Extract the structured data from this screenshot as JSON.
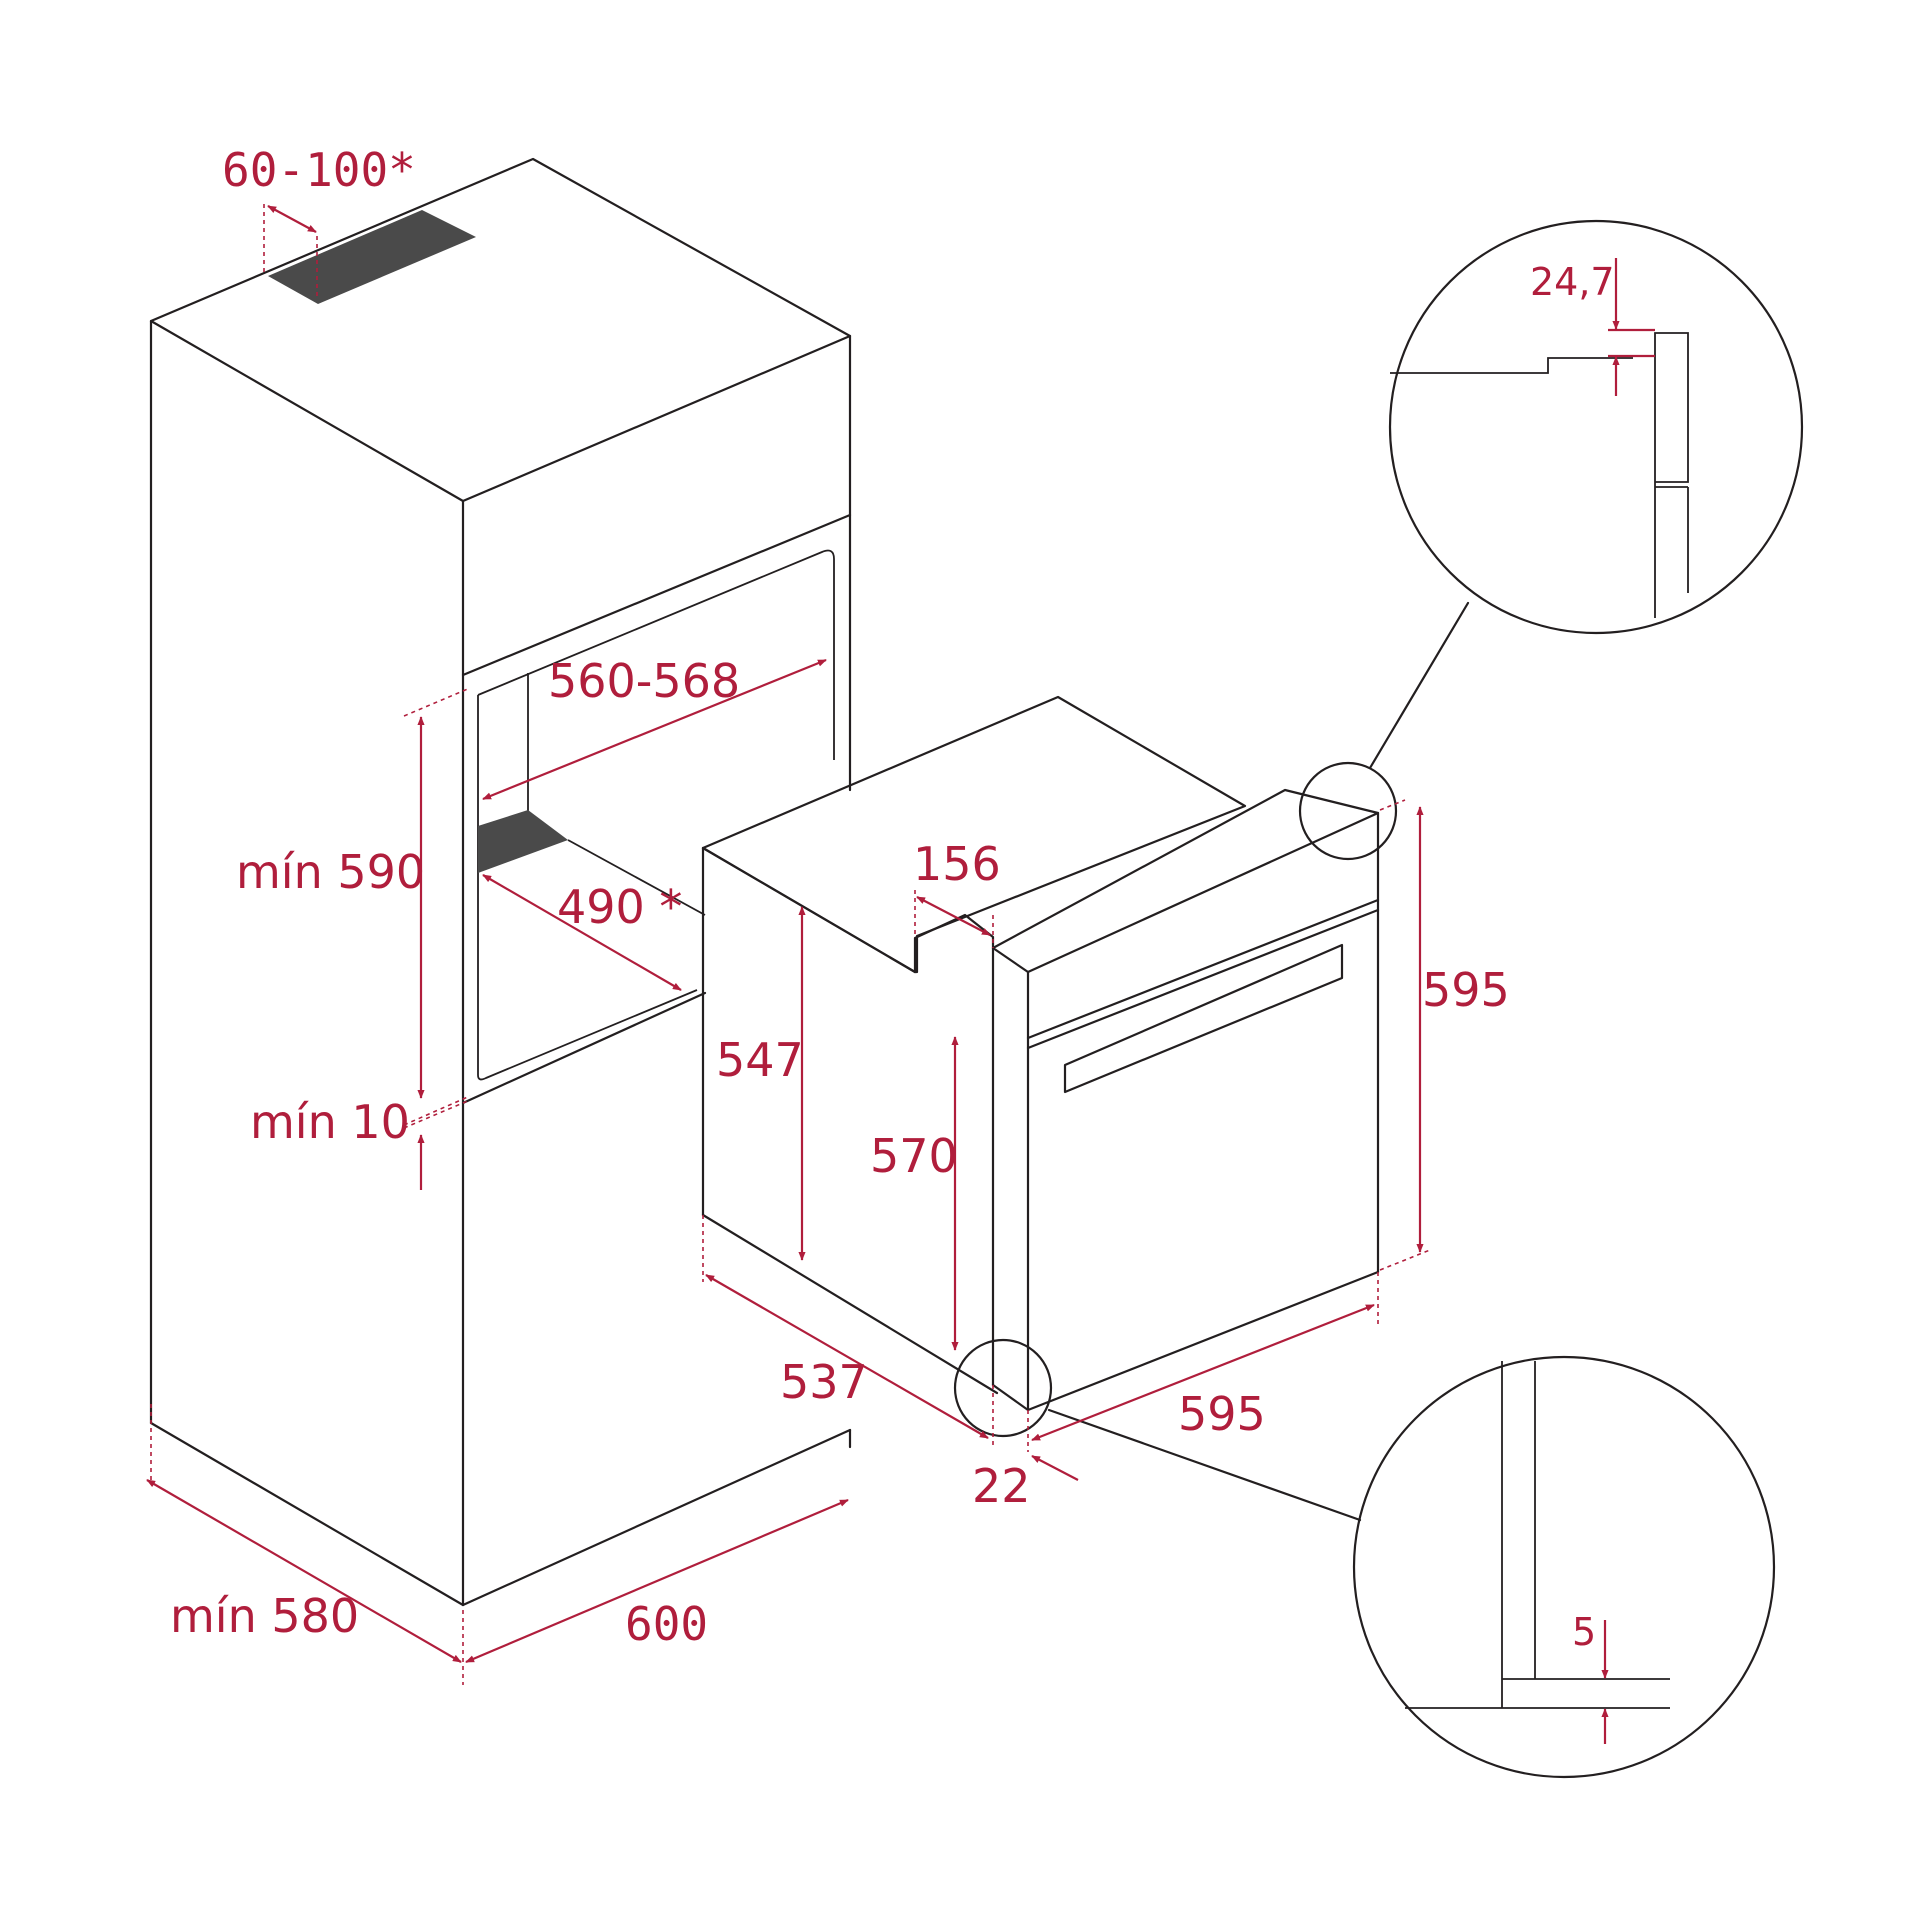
{
  "diagram": {
    "colors": {
      "line": "#231f20",
      "dimension": "#b01e3c",
      "vent": "#4a4a4a",
      "background": "#ffffff"
    },
    "cabinet_labels": {
      "vent_gap": "60-100*",
      "niche_width": "560-568",
      "niche_height": "mín 590",
      "shelf_depth": "490 *",
      "bottom_gap": "mín 10",
      "cabinet_depth": "mín 580",
      "cabinet_width": "600"
    },
    "oven_labels": {
      "flange_depth": "156",
      "body_height": "547",
      "front_height": "570",
      "total_height": "595",
      "body_depth": "537",
      "front_width": "595",
      "front_thickness": "22"
    },
    "detail_labels": {
      "top_detail": "24,7",
      "bottom_detail": "5"
    }
  }
}
